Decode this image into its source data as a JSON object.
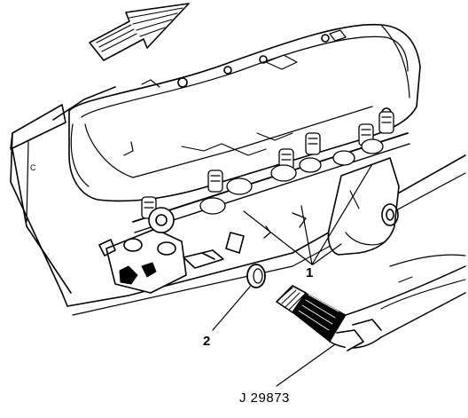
{
  "callouts": {
    "item_1": "1",
    "item_2": "2",
    "tool": "J 29873"
  },
  "colors": {
    "ink": "#000000",
    "paper": "#ffffff"
  }
}
